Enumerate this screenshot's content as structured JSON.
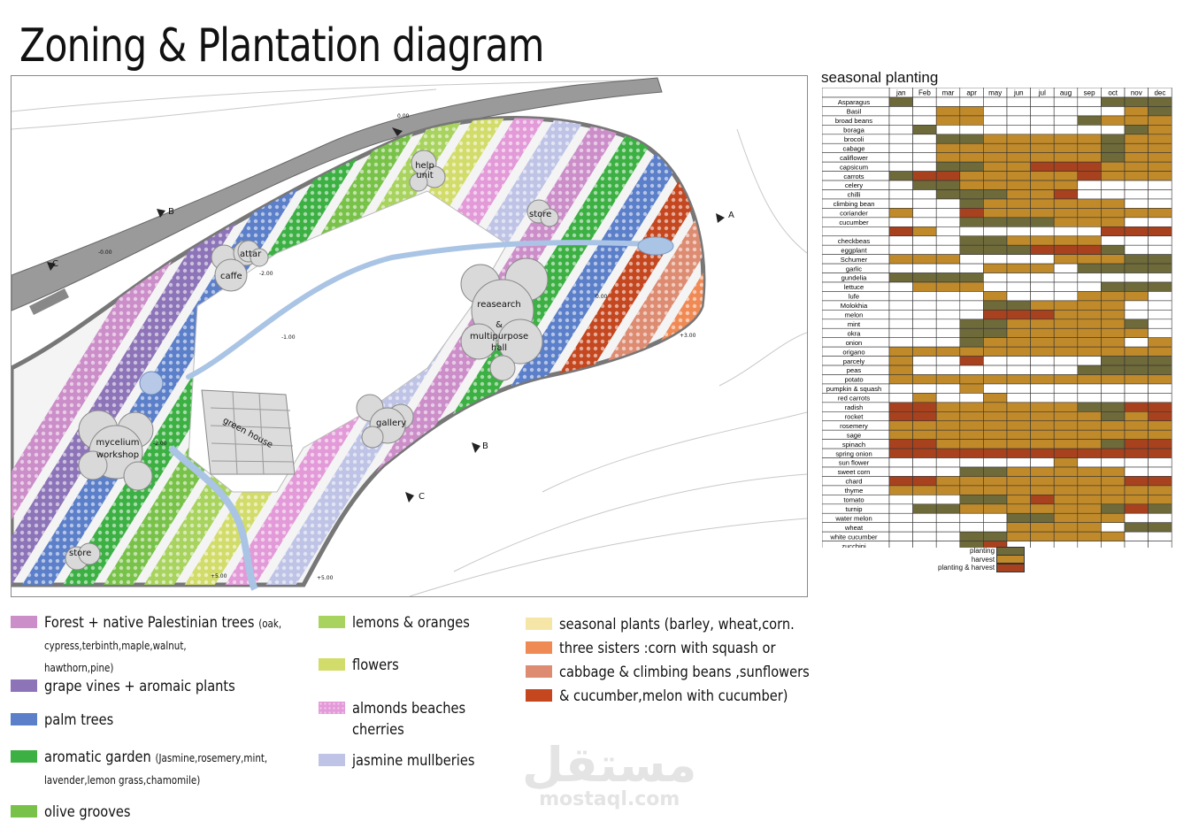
{
  "title": "Zoning & Plantation diagram",
  "plan": {
    "labels": [
      {
        "id": "help-unit",
        "lines": [
          "help",
          "unit"
        ]
      },
      {
        "id": "store-top",
        "lines": [
          "store"
        ]
      },
      {
        "id": "attar",
        "lines": [
          "attar"
        ]
      },
      {
        "id": "caffe",
        "lines": [
          "caffe"
        ]
      },
      {
        "id": "research",
        "lines": [
          "reasearch",
          "&",
          "multipurpose",
          "hall"
        ]
      },
      {
        "id": "gallery",
        "lines": [
          "gallery"
        ]
      },
      {
        "id": "green-house",
        "lines": [
          "green house"
        ]
      },
      {
        "id": "mycelium",
        "lines": [
          "mycelium",
          "workshop"
        ]
      },
      {
        "id": "store-bottom",
        "lines": [
          "store"
        ]
      }
    ],
    "section_marks": [
      "A",
      "B",
      "C",
      "B",
      "C"
    ],
    "levels": [
      "0.00",
      "-2.00",
      "-1.00",
      "0.00",
      "+3.00",
      "+5.00",
      "-0.00",
      "-2.00",
      "+5.00"
    ]
  },
  "seasonal": {
    "title": "seasonal planting",
    "months": [
      "jan",
      "Feb",
      "mar",
      "apr",
      "may",
      "jun",
      "jul",
      "aug",
      "sep",
      "oct",
      "nov",
      "dec"
    ],
    "colors": {
      "empty": "#ffffff",
      "planting": "#6e6a3a",
      "harvest": "#c08a2a",
      "both": "#a8421e"
    },
    "rows": [
      {
        "name": "Asparagus",
        "cells": "P00000000PPP"
      },
      {
        "name": "Basil",
        "cells": "00HH000000HP"
      },
      {
        "name": "broad beans",
        "cells": "00HH0000PHHH"
      },
      {
        "name": "boraga",
        "cells": "0P00000000PH"
      },
      {
        "name": "brocoli",
        "cells": "00PPHHHHHPHH"
      },
      {
        "name": "cabage",
        "cells": "00HHHHHHHPHH"
      },
      {
        "name": "califlower",
        "cells": "00HHHHHHHPHH"
      },
      {
        "name": "capsicum",
        "cells": "00PPHHBBBHHH"
      },
      {
        "name": "carrots",
        "cells": "PBBHHHHHBHHH"
      },
      {
        "name": "celery",
        "cells": "0PPHHHHH0000"
      },
      {
        "name": "chilli",
        "cells": "00PPPHHB0000"
      },
      {
        "name": "climbing bean",
        "cells": "000PHHHHHH00"
      },
      {
        "name": "coriander",
        "cells": "H00BHHHHHHHH"
      },
      {
        "name": "cucumber",
        "cells": "000PPPPHHH00"
      },
      {
        "name": "",
        "cells": "BH0000000BBB"
      },
      {
        "name": "checkbeas",
        "cells": "000PPHHHH000"
      },
      {
        "name": "eggplant",
        "cells": "000PPPBBBP00"
      },
      {
        "name": "Schumer",
        "cells": "HHH0000HHHPP"
      },
      {
        "name": "garlic",
        "cells": "0000HHH0PPPP"
      },
      {
        "name": "gundelia",
        "cells": "PPPP00000000"
      },
      {
        "name": "lettuce",
        "cells": "0HHH00000PPP"
      },
      {
        "name": "lufe",
        "cells": "0000H000HHH0"
      },
      {
        "name": "Molokhia",
        "cells": "0000PPHHHH00"
      },
      {
        "name": "melon",
        "cells": "0000BBBHHH00"
      },
      {
        "name": "mint",
        "cells": "000PPHHHHHP0"
      },
      {
        "name": "okra",
        "cells": "000PPHHHHHH0"
      },
      {
        "name": "onion",
        "cells": "000PHHHHHH0H"
      },
      {
        "name": "origano",
        "cells": "HHHHHHHHHHHH"
      },
      {
        "name": "parcely",
        "cells": "H00B00000PPP"
      },
      {
        "name": "peas",
        "cells": "H0000000PPPP"
      },
      {
        "name": "potato",
        "cells": "HHHHHHHHHHHH"
      },
      {
        "name": "pumpkin & squash",
        "cells": "000H00000000"
      },
      {
        "name": "red carrots",
        "cells": "0H00H0000000"
      },
      {
        "name": "radish",
        "cells": "BBHHHHHHPPBB"
      },
      {
        "name": "rocket",
        "cells": "BBHHHHHHHPHB"
      },
      {
        "name": "rosemery",
        "cells": "HHHHHHHHHHHH"
      },
      {
        "name": "sage",
        "cells": "HHHHHHHHHHHH"
      },
      {
        "name": "spinach",
        "cells": "BBHHHHHHHPBB"
      },
      {
        "name": "spring onion",
        "cells": "BBBBBBBBBBBB"
      },
      {
        "name": "sun flower",
        "cells": "0000000H0000"
      },
      {
        "name": "sweet corn",
        "cells": "000PPHHHHH00"
      },
      {
        "name": "chard",
        "cells": "BBHHHHHHHHBB"
      },
      {
        "name": "thyme",
        "cells": "HHHHHHHHHHHH"
      },
      {
        "name": "tomato",
        "cells": "000PPHBHHHHH"
      },
      {
        "name": "turnip",
        "cells": "0PPHHHHHHPBP"
      },
      {
        "name": "water melon",
        "cells": "00000PPHHH00"
      },
      {
        "name": "wheat",
        "cells": "00000HHHH0PP"
      },
      {
        "name": "white cucumber",
        "cells": "000PPHHHHH00"
      },
      {
        "name": "zucchini",
        "cells": "000PB0000000"
      }
    ],
    "legend": [
      {
        "label": "planting",
        "key": "planting"
      },
      {
        "label": "harvest",
        "key": "harvest"
      },
      {
        "label": "planting & harvest",
        "key": "both"
      }
    ]
  },
  "legend": [
    {
      "color": "#cc8ec9",
      "label": "Forest + native Palestinian trees",
      "note": "(oak,",
      "lines": [
        "cypress,terbinth,maple,walnut,",
        "hawthorn,pine)"
      ]
    },
    {
      "color": "#8d74b8",
      "label": "grape vines + aromaic plants",
      "note": "",
      "lines": []
    },
    {
      "color": "#5b7fc9",
      "label": "palm trees",
      "note": "",
      "lines": []
    },
    {
      "color": "#3cb043",
      "label": "aromatic garden",
      "note": "(Jasmine,rosemery,mint,",
      "lines": [
        "lavender,lemon grass,chamomile)"
      ]
    },
    {
      "color": "#79c24a",
      "label": "olive grooves",
      "note": "",
      "lines": []
    },
    {
      "color": "#a8d35e",
      "label": "lemons  & oranges",
      "note": "",
      "lines": []
    },
    {
      "color": "#d2dc6a",
      "label": "flowers",
      "note": "",
      "lines": []
    },
    {
      "color": "#e39ad8",
      "label": "almonds beaches",
      "note": "",
      "lines": [
        "cherries"
      ]
    },
    {
      "color": "#bfc4e6",
      "label": "jasmine mullberies",
      "note": "",
      "lines": []
    },
    {
      "color": "#f5e6a8",
      "label": "seasonal plants (barley, wheat,corn.",
      "note": "",
      "lines": []
    },
    {
      "color": "#f08a55",
      "label": "three sisters :corn with squash or",
      "note": "",
      "lines": []
    },
    {
      "color": "#dd8c72",
      "label": "cabbage & climbing beans ,sunflowers",
      "note": "",
      "lines": []
    },
    {
      "color": "#c4471f",
      "label": "& cucumber,melon with cucumber)",
      "note": "",
      "lines": []
    }
  ],
  "watermark": {
    "arabic": "مستقل",
    "latin": "mostaql.com"
  }
}
